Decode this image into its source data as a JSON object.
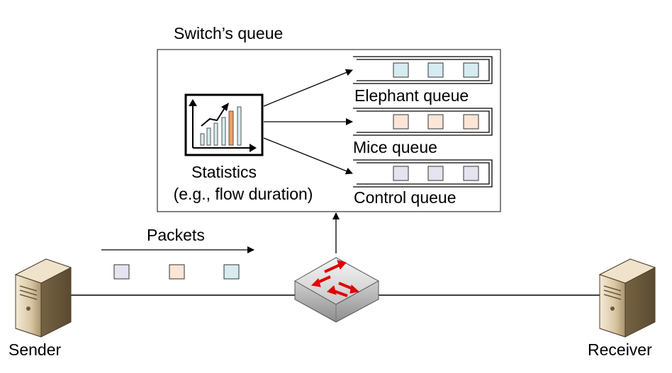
{
  "labels": {
    "switch_queue_title": "Switch’s queue",
    "statistics_line1": "Statistics",
    "statistics_line2": "(e.g., flow duration)",
    "elephant_queue": "Elephant queue",
    "mice_queue": "Mice queue",
    "control_queue": "Control queue",
    "packets": "Packets",
    "sender": "Sender",
    "receiver": "Receiver"
  },
  "colors": {
    "elephant_packet": "#d6ecf0",
    "mice_packet": "#fbe5d6",
    "control_packet": "#e5e3ef",
    "router_arrows": "#e00000",
    "chart_highlight_bar": "#f0a060"
  },
  "queues": [
    {
      "name": "elephant",
      "packets": 3
    },
    {
      "name": "mice",
      "packets": 3
    },
    {
      "name": "control",
      "packets": 3
    }
  ],
  "packet_stream": [
    "control",
    "mice",
    "elephant"
  ],
  "icons": {
    "statistics": "bar-chart-trend-icon",
    "switch": "network-switch-icon",
    "sender": "server-tower-icon",
    "receiver": "server-tower-icon"
  }
}
